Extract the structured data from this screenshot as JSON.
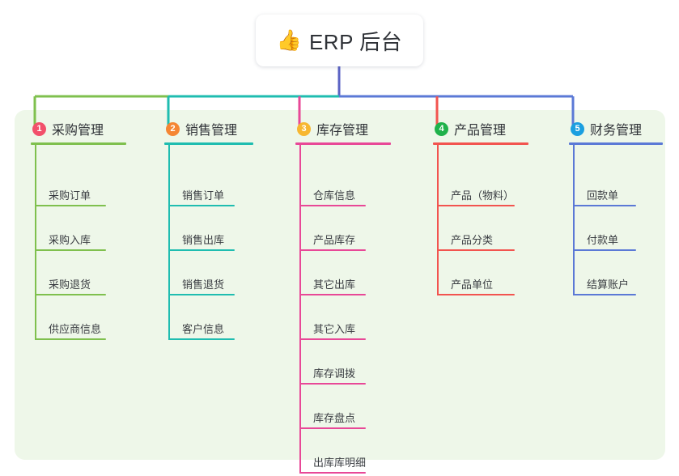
{
  "diagram": {
    "type": "mindmap",
    "root": {
      "emoji": "👍",
      "emoji_name": "thumbs-up-icon",
      "title": "ERP 后台",
      "stem_color": "#5b63c4"
    },
    "panel_color": "#eef7e9",
    "columns": [
      {
        "number": "1",
        "title": "采购管理",
        "badge_color": "#f2506b",
        "line_color": "#7fc04e",
        "items": [
          "采购订单",
          "采购入库",
          "采购退货",
          "供应商信息"
        ]
      },
      {
        "number": "2",
        "title": "销售管理",
        "badge_color": "#f58634",
        "line_color": "#1fbdb0",
        "items": [
          "销售订单",
          "销售出库",
          "销售退货",
          "客户信息"
        ]
      },
      {
        "number": "3",
        "title": "库存管理",
        "badge_color": "#f7b731",
        "line_color": "#e84897",
        "items": [
          "仓库信息",
          "产品库存",
          "其它出库",
          "其它入库",
          "库存调拨",
          "库存盘点",
          "出库库明细"
        ]
      },
      {
        "number": "4",
        "title": "产品管理",
        "badge_color": "#20b24b",
        "line_color": "#f2544f",
        "items": [
          "产品（物料）",
          "产品分类",
          "产品单位"
        ]
      },
      {
        "number": "5",
        "title": "财务管理",
        "badge_color": "#1b9fe0",
        "line_color": "#5b79d6",
        "items": [
          "回款单",
          "付款单",
          "结算账户"
        ]
      }
    ]
  }
}
